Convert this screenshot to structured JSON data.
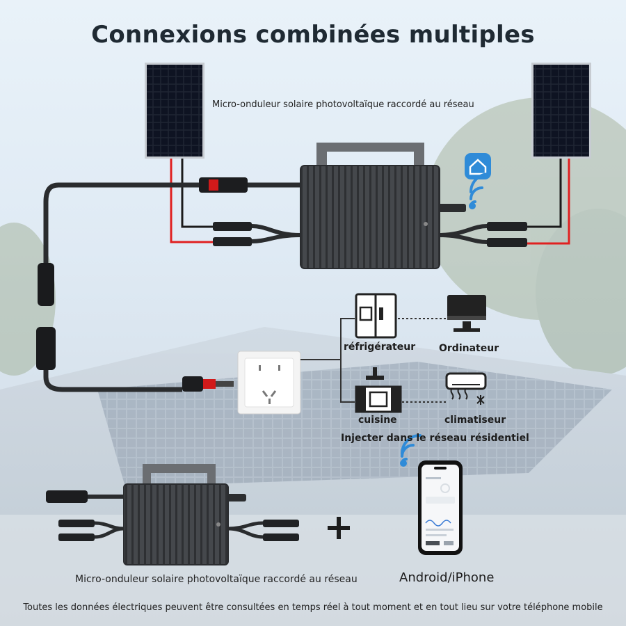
{
  "title": "Connexions combinées multiples",
  "caption_top": "Micro-onduleur solaire photovoltaïque raccordé au réseau",
  "caption_bottom": "Micro-onduleur solaire photovoltaïque raccordé au réseau",
  "appliances": {
    "fridge": "réfrigérateur",
    "computer": "Ordinateur",
    "kitchen": "cuisine",
    "aircon": "climatiseur"
  },
  "grid_label": "Injecter dans le réseau résidentiel",
  "plus": "+",
  "phone_label": "Android/iPhone",
  "footer": "Toutes les données électriques peuvent être consultées en temps réel à tout moment et en tout lieu sur votre téléphone mobile",
  "colors": {
    "wire_red": "#e02020",
    "wire_dark": "#1b1b1b",
    "inverter": "#3b3d40",
    "app_icon": "#2f8bd8"
  },
  "icons": [
    "solar-panel",
    "micro-inverter",
    "home-app-icon",
    "wifi-icon",
    "wall-socket",
    "fridge-icon",
    "computer-icon",
    "kitchen-icon",
    "aircon-icon",
    "smartphone",
    "plus-icon"
  ]
}
